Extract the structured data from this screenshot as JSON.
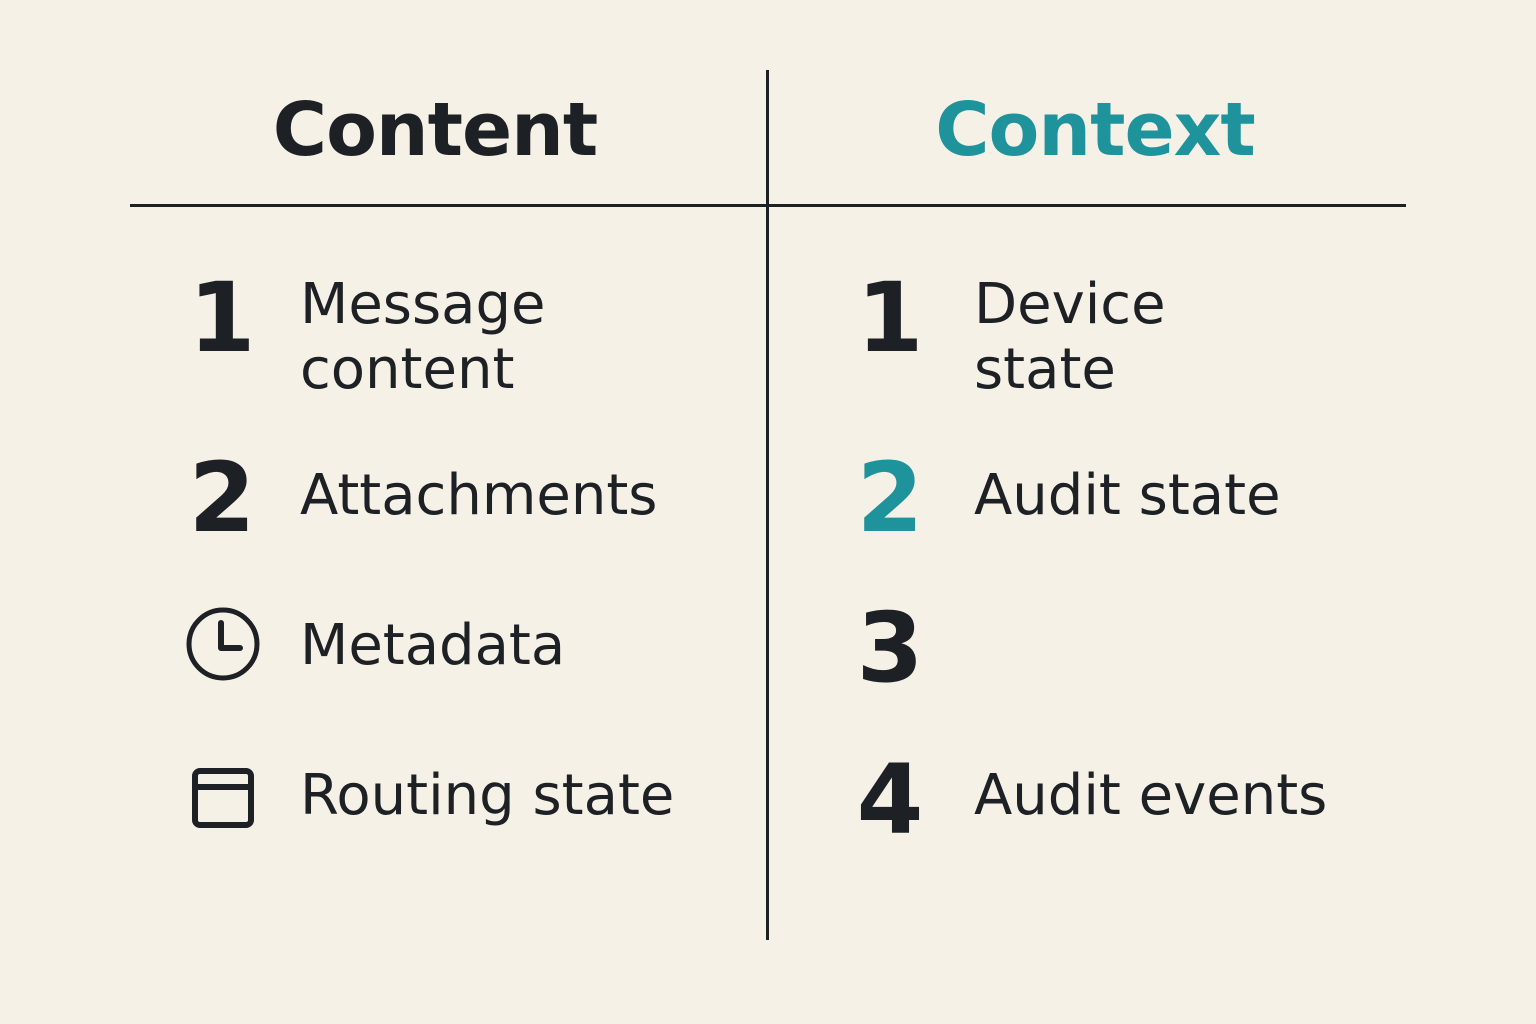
{
  "left_column": {
    "title": "Content",
    "items": [
      {
        "marker": "1",
        "label": "Message\ncontent"
      },
      {
        "marker": "2",
        "label": "Attachments"
      },
      {
        "marker_icon": "clock-icon",
        "label": "Metadata"
      },
      {
        "marker_icon": "window-icon",
        "label": "Routing state"
      }
    ]
  },
  "right_column": {
    "title": "Context",
    "items": [
      {
        "marker": "1",
        "label": "Device\nstate"
      },
      {
        "marker": "2",
        "label": "Audit state"
      },
      {
        "marker": "3",
        "label": ""
      },
      {
        "marker": "4",
        "label": "Audit events"
      }
    ]
  },
  "colors": {
    "background": "#f6f1e6",
    "ink": "#1d2024",
    "accent": "#1f939c"
  }
}
